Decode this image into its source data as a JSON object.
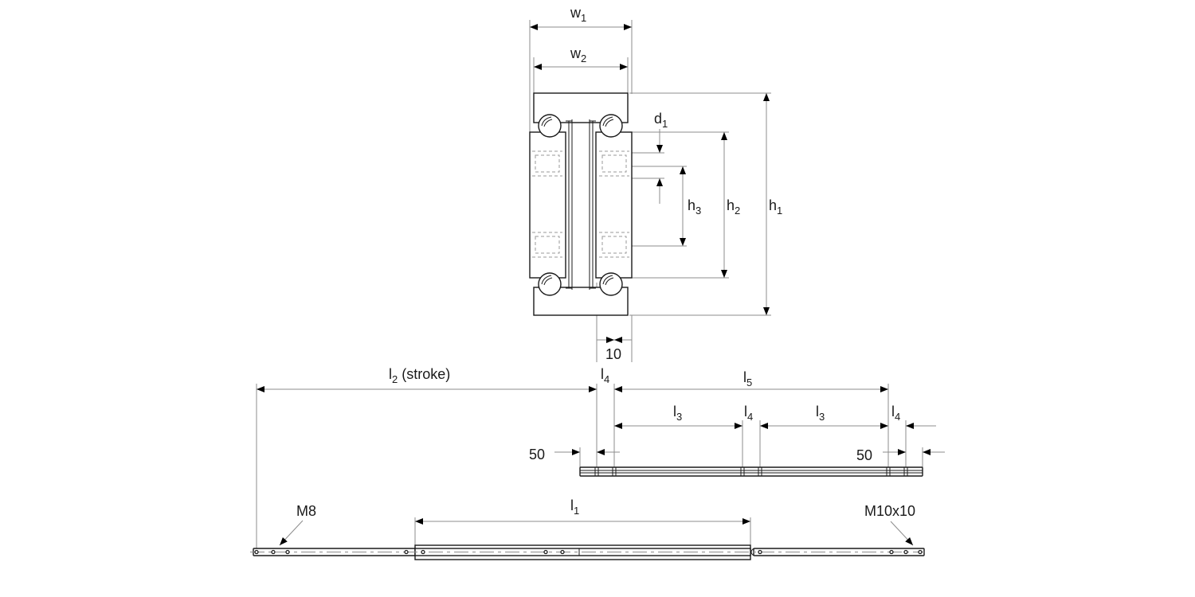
{
  "drawing": {
    "title": "Telescopic slide dimension drawing",
    "colors": {
      "line": "#1a1a1a",
      "dimension": "#8c8c8c",
      "arrow": "#000000",
      "background": "#ffffff"
    }
  },
  "cross_section": {
    "labels": {
      "w1": {
        "base": "w",
        "sub": "1"
      },
      "w2": {
        "base": "w",
        "sub": "2"
      },
      "d1": {
        "base": "d",
        "sub": "1"
      },
      "h1": {
        "base": "h",
        "sub": "1"
      },
      "h2": {
        "base": "h",
        "sub": "2"
      },
      "h3": {
        "base": "h",
        "sub": "3"
      },
      "bottom_width": "10"
    }
  },
  "top_view": {
    "labels": {
      "l2": {
        "base": "l",
        "sub": "2",
        "suffix": " (stroke)"
      },
      "l4": {
        "base": "l",
        "sub": "4"
      },
      "l5": {
        "base": "l",
        "sub": "5"
      },
      "l3": {
        "base": "l",
        "sub": "3"
      },
      "edge_left": "50",
      "edge_right": "50"
    }
  },
  "side_view": {
    "labels": {
      "l1": {
        "base": "l",
        "sub": "1"
      },
      "thread_left": "M8",
      "thread_right": "M10x10"
    }
  }
}
